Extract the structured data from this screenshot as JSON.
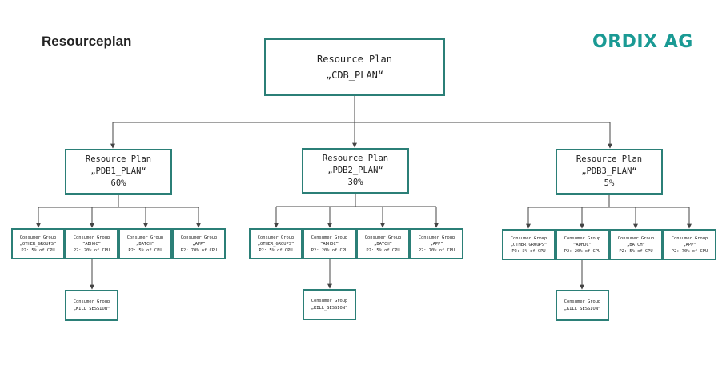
{
  "page": {
    "title": "Resourceplan",
    "logo": {
      "text": "ORDIX AG",
      "color": "#1a9a94"
    }
  },
  "colors": {
    "box_border": "#2b7f77",
    "connector": "#444444"
  },
  "cdb": {
    "line1": "Resource Plan",
    "line2": "„CDB_PLAN“"
  },
  "pdbs": [
    {
      "line1": "Resource Plan",
      "line2": "„PDB1_PLAN“",
      "share": "60%",
      "groups": [
        {
          "line1": "Consumer Group",
          "line2": "„OTHER_GROUPS“",
          "line3": "P2: 5% of CPU"
        },
        {
          "line1": "Consumer Group",
          "line2": "“ADHOC”",
          "line3": "P2: 20% of CPU"
        },
        {
          "line1": "Consumer Group",
          "line2": "„BATCH“",
          "line3": "P2: 5% of CPU"
        },
        {
          "line1": "Consumer Group",
          "line2": "„APP“",
          "line3": "P2: 70% of CPU"
        }
      ],
      "kill": {
        "line1": "Consumer Group",
        "line2": "„KILL_SESSION“"
      }
    },
    {
      "line1": "Resource Plan",
      "line2": "„PDB2_PLAN“",
      "share": "30%",
      "groups": [
        {
          "line1": "Consumer Group",
          "line2": "„OTHER_GROUPS“",
          "line3": "P2: 5% of CPU"
        },
        {
          "line1": "Consumer Group",
          "line2": "“ADHOC”",
          "line3": "P2: 20% of CPU"
        },
        {
          "line1": "Consumer Group",
          "line2": "„BATCH“",
          "line3": "P2: 5% of CPU"
        },
        {
          "line1": "Consumer Group",
          "line2": "„APP“",
          "line3": "P2: 70% of CPU"
        }
      ],
      "kill": {
        "line1": "Consumer Group",
        "line2": "„KILL_SESSION“"
      }
    },
    {
      "line1": "Resource Plan",
      "line2": "„PDB3_PLAN“",
      "share": "5%",
      "groups": [
        {
          "line1": "Consumer Group",
          "line2": "„OTHER_GROUPS“",
          "line3": "P2: 5% of CPU"
        },
        {
          "line1": "Consumer Group",
          "line2": "“ADHOC”",
          "line3": "P2: 20% of CPU"
        },
        {
          "line1": "Consumer Group",
          "line2": "„BATCH“",
          "line3": "P2: 5% of CPU"
        },
        {
          "line1": "Consumer Group",
          "line2": "„APP“",
          "line3": "P2: 70% of CPU"
        }
      ],
      "kill": {
        "line1": "Consumer Group",
        "line2": "„KILL_SESSION“"
      }
    }
  ]
}
